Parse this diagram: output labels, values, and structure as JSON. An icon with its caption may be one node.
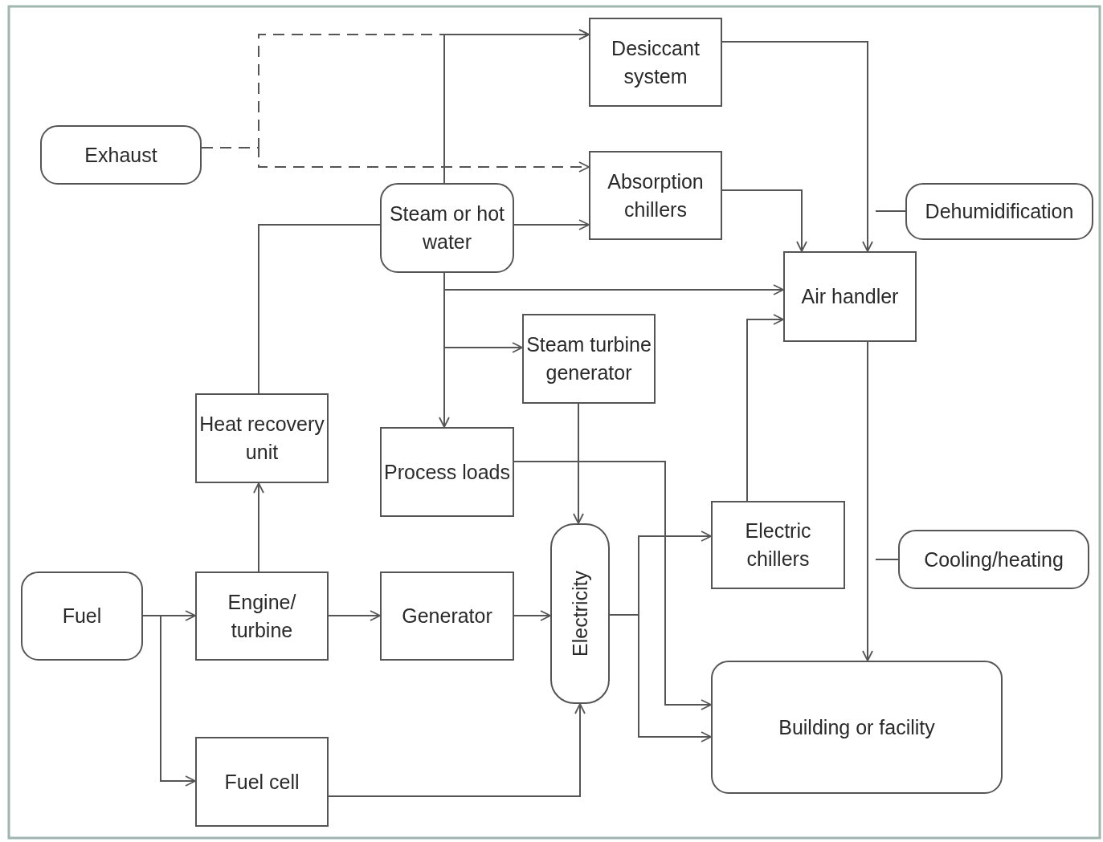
{
  "diagram": {
    "nodes": [
      {
        "text": [
          "Desiccant system"
        ]
      },
      {
        "text": [
          "Exhaust"
        ]
      },
      {
        "text": [
          "Absorption chillers"
        ]
      },
      {
        "text": [
          "Dehumidification"
        ]
      },
      {
        "text": [
          "Steam or hot water"
        ]
      },
      {
        "text": [
          "Air handler"
        ]
      },
      {
        "text": [
          "Steam turbine generator"
        ]
      },
      {
        "text": [
          "Heat recovery unit"
        ]
      },
      {
        "text": [
          "Process loads"
        ]
      },
      {
        "text": [
          "Electric chillers"
        ]
      },
      {
        "text": [
          "Electricity"
        ]
      },
      {
        "text": [
          "Cooling/heating"
        ]
      },
      {
        "text": [
          "Fuel"
        ]
      },
      {
        "text": [
          "Engine/ turbine"
        ]
      },
      {
        "text": [
          "Generator"
        ]
      },
      {
        "text": [
          "Building or facility"
        ]
      },
      {
        "text": [
          "Fuel cell"
        ]
      }
    ],
    "edges": [
      {
        "from": 1,
        "to": 0,
        "arrow": "to",
        "style": "dashed"
      },
      {
        "from": 1,
        "to": 2,
        "arrow": "to",
        "style": "dashed"
      },
      {
        "from": 4,
        "to": 0,
        "arrow": "to"
      },
      {
        "from": 4,
        "to": 2,
        "arrow": "to"
      },
      {
        "from": 4,
        "to": 5,
        "arrow": "to"
      },
      {
        "from": 4,
        "to": 6,
        "arrow": "to"
      },
      {
        "from": 4,
        "to": 8,
        "arrow": "to"
      },
      {
        "from": 7,
        "to": 4,
        "arrow": "none"
      },
      {
        "from": 0,
        "to": 5,
        "arrow": "to"
      },
      {
        "from": 2,
        "to": 5,
        "arrow": "to"
      },
      {
        "from": 3,
        "to": null,
        "arrow": "none"
      },
      {
        "from": 9,
        "to": 5,
        "arrow": "to"
      },
      {
        "from": 5,
        "to": 15,
        "arrow": "to"
      },
      {
        "from": 11,
        "to": null,
        "arrow": "none"
      },
      {
        "from": 6,
        "to": 10,
        "arrow": "to"
      },
      {
        "from": 8,
        "to": 15,
        "arrow": "to"
      },
      {
        "from": 10,
        "to": 9,
        "arrow": "to"
      },
      {
        "from": 10,
        "to": 15,
        "arrow": "to"
      },
      {
        "from": 12,
        "to": 13,
        "arrow": "to"
      },
      {
        "from": 12,
        "to": 16,
        "arrow": "to"
      },
      {
        "from": 13,
        "to": 7,
        "arrow": "to"
      },
      {
        "from": 13,
        "to": 14,
        "arrow": "to"
      },
      {
        "from": 14,
        "to": 10,
        "arrow": "to"
      },
      {
        "from": 16,
        "to": 10,
        "arrow": "to"
      }
    ]
  }
}
